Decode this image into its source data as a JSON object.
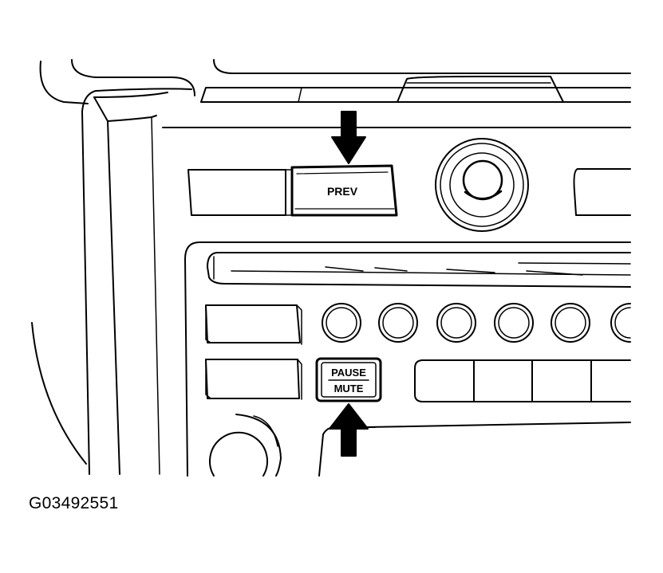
{
  "buttons": {
    "prev_label": "PREV",
    "pause_label": "PAUSE",
    "mute_label": "MUTE"
  },
  "figure_id": "G03492551",
  "preset_knob_count": 6,
  "colors": {
    "ink": "#000000",
    "paper": "#ffffff"
  }
}
